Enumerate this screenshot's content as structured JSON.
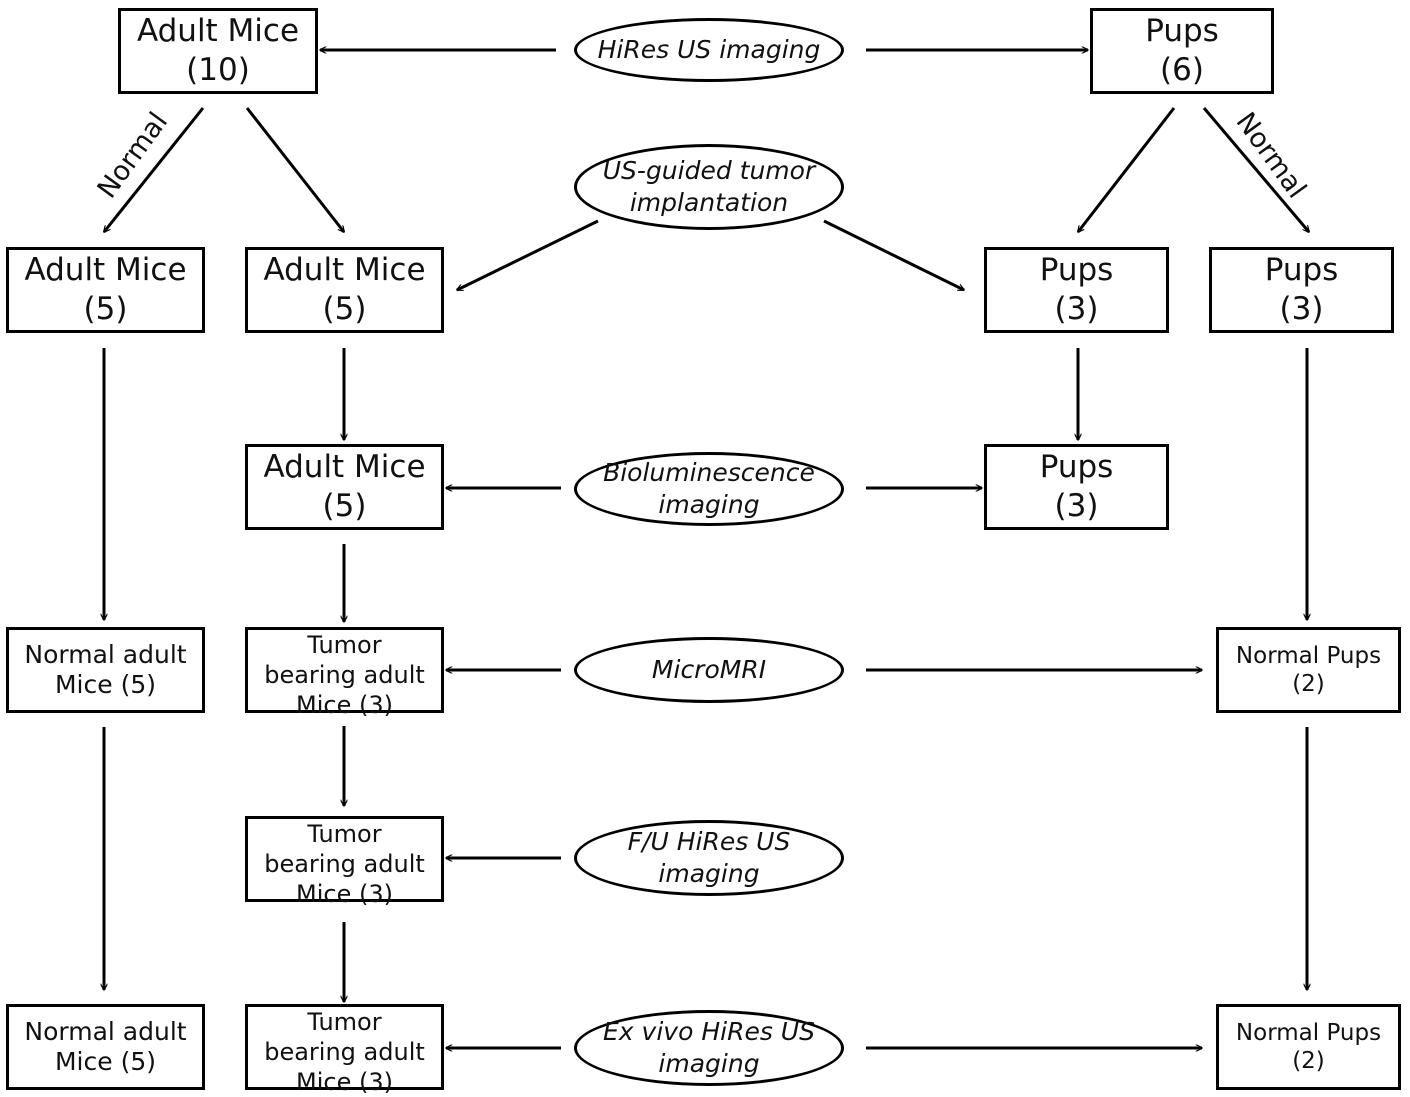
{
  "nodes": {
    "adult_top": [
      "Adult Mice",
      "(10)"
    ],
    "pups_top": [
      "Pups",
      "(6)"
    ],
    "adult_normal_r1": [
      "Adult Mice",
      "(5)"
    ],
    "adult_tumor_r1": [
      "Adult Mice",
      "(5)"
    ],
    "pups_tumor_r1": [
      "Pups",
      "(3)"
    ],
    "pups_normal_r1": [
      "Pups",
      "(3)"
    ],
    "adult_tumor_r2": [
      "Adult Mice",
      "(5)"
    ],
    "pups_tumor_r2": [
      "Pups",
      "(3)"
    ],
    "normal_adult_1": [
      "Normal adult",
      "Mice (5)"
    ],
    "tumor_adult_1": [
      "Tumor",
      "bearing adult",
      "Mice (3)"
    ],
    "normal_pups_1": [
      "Normal Pups",
      "(2)"
    ],
    "tumor_adult_2": [
      "Tumor",
      "bearing adult",
      "Mice (3)"
    ],
    "normal_adult_2": [
      "Normal adult",
      "Mice (5)"
    ],
    "tumor_adult_3": [
      "Tumor",
      "bearing adult",
      "Mice (3)"
    ],
    "normal_pups_2": [
      "Normal Pups",
      "(2)"
    ]
  },
  "steps": {
    "hires_us": [
      "HiRes US imaging"
    ],
    "us_guided": [
      "US-guided tumor",
      "implantation"
    ],
    "biolum": [
      "Bioluminescence",
      "imaging"
    ],
    "micromri": [
      "MicroMRI"
    ],
    "fu_hires": [
      "F/U HiRes US",
      "imaging"
    ],
    "exvivo": [
      "Ex vivo HiRes US",
      "imaging"
    ]
  },
  "edge_labels": {
    "left_normal": "Normal",
    "right_normal": "Normal"
  }
}
